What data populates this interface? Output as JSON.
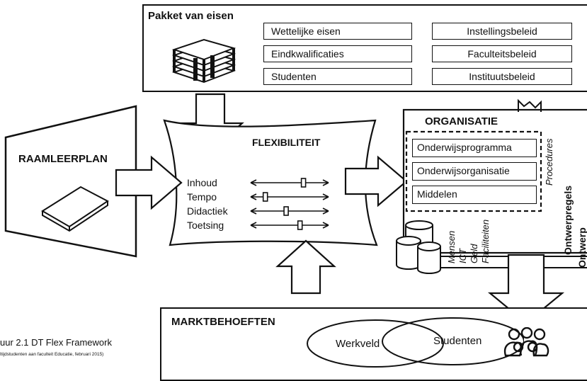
{
  "pakket": {
    "title": "Pakket van eisen",
    "left_items": [
      "Wettelijke eisen",
      "Eindkwalificaties",
      "Studenten"
    ],
    "right_items": [
      "Instellingsbeleid",
      "Faculteitsbeleid",
      "Instituutsbeleid"
    ]
  },
  "raamleerplan": {
    "title": "RAAMLEERPLAN"
  },
  "flex": {
    "title": "FLEXIBILITEIT",
    "sliders": [
      {
        "label": "Inhoud",
        "level": 0.7
      },
      {
        "label": "Tempo",
        "level": 0.15
      },
      {
        "label": "Didactiek",
        "level": 0.45
      },
      {
        "label": "Toetsing",
        "level": 0.65
      }
    ]
  },
  "organisatie": {
    "title": "ORGANISATIE",
    "items": [
      "Onderwijsprogramma",
      "Onderwijsorganisatie",
      "Middelen"
    ],
    "procedures": "Procedures",
    "resources": [
      "Mensen",
      "ICT",
      "Geld",
      "Faciliteiten"
    ],
    "ontwerpregels": "Ontwerpregels",
    "ontwerp": "Ontwerp"
  },
  "markt": {
    "title": "MARKTBEHOEFTEN",
    "left_ellipse": "Werkveld",
    "right_ellipse": "Studenten"
  },
  "caption": {
    "main": "uur 2.1 DT Flex Framework",
    "sub": "ltijdstudenten aan faculteit Educatie, februari 2015)"
  }
}
